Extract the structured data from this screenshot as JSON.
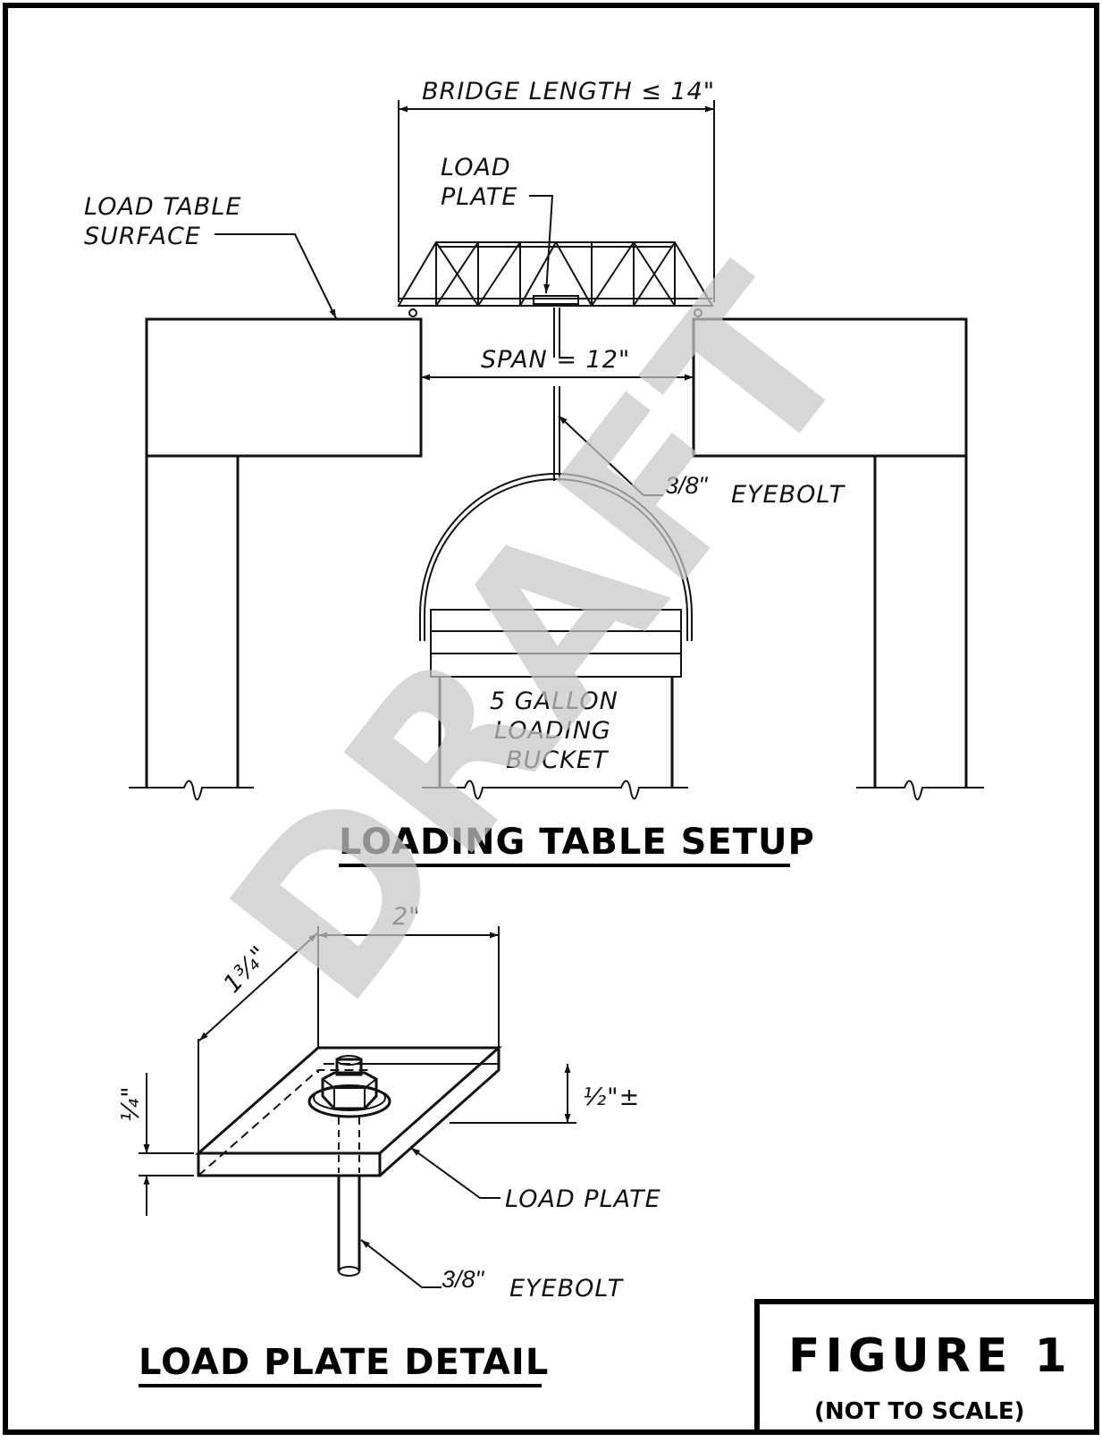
{
  "watermark": "DRAFT",
  "setup": {
    "title": "LOADING TABLE SETUP",
    "bridge_length": "BRIDGE LENGTH ≤ 14\"",
    "load_plate_line1": "LOAD",
    "load_plate_line2": "PLATE",
    "table_surface_line1": "LOAD TABLE",
    "table_surface_line2": "SURFACE",
    "span": "SPAN = 12\"",
    "eyebolt_size": "3/8\"",
    "eyebolt": "EYEBOLT",
    "bucket_line1": "5 GALLON",
    "bucket_line2": "LOADING",
    "bucket_line3": "BUCKET"
  },
  "detail": {
    "title": "LOAD PLATE DETAIL",
    "width": "2\"",
    "depth": "1¾\"",
    "thickness": "¼\"",
    "stud": "½\"±",
    "load_plate": "LOAD PLATE",
    "eyebolt_size": "3/8\"",
    "eyebolt": "EYEBOLT"
  },
  "title_block": {
    "figure": "FIGURE 1",
    "note": "(NOT TO SCALE)"
  }
}
